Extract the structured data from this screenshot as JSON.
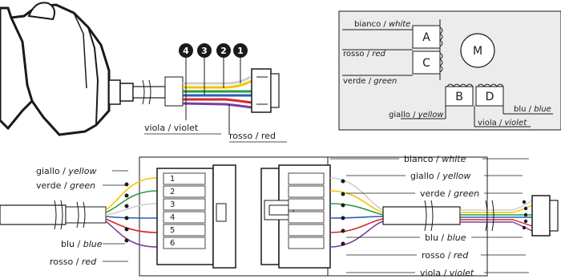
{
  "colors": {
    "white_wire": "#e6e6e6",
    "yellow_wire": "#f2c500",
    "green_wire": "#2e9a3e",
    "blue_wire": "#2a5fb5",
    "red_wire": "#d32a2a",
    "violet_wire": "#7a3ea0",
    "schematic_bg": "#ececec",
    "outline": "#1a1a1a"
  },
  "motor_view": {
    "badges": [
      "4",
      "3",
      "2",
      "1"
    ],
    "labels": {
      "violet": {
        "it": "viola",
        "en": "violet"
      },
      "red": {
        "it": "rosso",
        "en": "red"
      }
    }
  },
  "schematic": {
    "coils": {
      "a": "A",
      "c": "C",
      "b": "B",
      "d": "D"
    },
    "motor": "M",
    "labels": {
      "white": {
        "it": "bianco",
        "en": "white"
      },
      "red": {
        "it": "rosso",
        "en": "red"
      },
      "green": {
        "it": "verde",
        "en": "green"
      },
      "yellow": {
        "it": "giallo",
        "en": "yellow"
      },
      "violet": {
        "it": "viola",
        "en": "violet"
      },
      "blue": {
        "it": "blu",
        "en": "blue"
      }
    }
  },
  "connector_view": {
    "left_labels": [
      {
        "it": "giallo",
        "en": "yellow"
      },
      {
        "it": "verde",
        "en": "green"
      },
      {
        "it": "blu",
        "en": "blue"
      },
      {
        "it": "rosso",
        "en": "red"
      }
    ],
    "right_labels": [
      {
        "it": "bianco",
        "en": "white"
      },
      {
        "it": "giallo",
        "en": "yellow"
      },
      {
        "it": "verde",
        "en": "green"
      },
      {
        "it": "blu",
        "en": "blue"
      },
      {
        "it": "rosso",
        "en": "red"
      },
      {
        "it": "viola",
        "en": "violet"
      }
    ],
    "pin_numbers": [
      "1",
      "2",
      "3",
      "4",
      "5",
      "6"
    ]
  }
}
